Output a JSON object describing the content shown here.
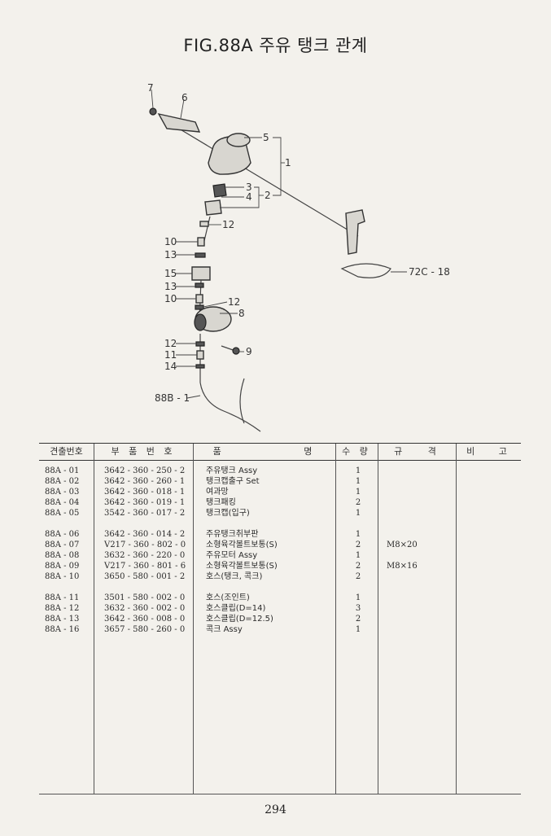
{
  "title": "FIG.88A 주유 탱크 관계",
  "diagram_labels": {
    "l7": "7",
    "l6": "6",
    "l5": "5",
    "l1": "1",
    "l3": "3",
    "l4": "4",
    "l2": "2",
    "l12a": "12",
    "l10a": "10",
    "l13a": "13",
    "l15": "15",
    "l13b": "13",
    "l10b": "10",
    "l12b": "12",
    "l8": "8",
    "l12c": "12",
    "l11": "11",
    "l9": "9",
    "l14": "14",
    "l88b": "88B - 1",
    "l72c": "72C - 18"
  },
  "table": {
    "headers": [
      "견출번호",
      "부 품 번 호",
      "품 명",
      "수 량",
      "규 격",
      "비 고"
    ],
    "rows": [
      {
        "code": "88A - 01",
        "part": "3642 - 360 - 250 - 2",
        "name": "주유탱크 Assy",
        "qty": "1",
        "spec": ""
      },
      {
        "code": "88A - 02",
        "part": "3642 - 360 - 260 - 1",
        "name": "탱크캡출구 Set",
        "qty": "1",
        "spec": ""
      },
      {
        "code": "88A - 03",
        "part": "3642 - 360 - 018 - 1",
        "name": "여과망",
        "qty": "1",
        "spec": ""
      },
      {
        "code": "88A - 04",
        "part": "3642 - 360 - 019 - 1",
        "name": "탱크패킹",
        "qty": "2",
        "spec": ""
      },
      {
        "code": "88A - 05",
        "part": "3542 - 360 - 017 - 2",
        "name": "탱크캡(입구)",
        "qty": "1",
        "spec": ""
      },
      {
        "code": "88A - 06",
        "part": "3642 - 360 - 014 - 2",
        "name": "주유탱크취부판",
        "qty": "1",
        "spec": ""
      },
      {
        "code": "88A - 07",
        "part": "V217 - 360 - 802 - 0",
        "name": "소형육각볼트보통(S)",
        "qty": "2",
        "spec": "M8×20"
      },
      {
        "code": "88A - 08",
        "part": "3632 - 360 - 220 - 0",
        "name": "주유모터 Assy",
        "qty": "1",
        "spec": ""
      },
      {
        "code": "88A - 09",
        "part": "V217 - 360 - 801 - 6",
        "name": "소형육각볼트보통(S)",
        "qty": "2",
        "spec": "M8×16"
      },
      {
        "code": "88A - 10",
        "part": "3650 - 580 - 001 - 2",
        "name": "호스(탱크, 콕크)",
        "qty": "2",
        "spec": ""
      },
      {
        "code": "88A - 11",
        "part": "3501 - 580 - 002 - 0",
        "name": "호스(조인트)",
        "qty": "1",
        "spec": ""
      },
      {
        "code": "88A - 12",
        "part": "3632 - 360 - 002 - 0",
        "name": "호스클립(D=14)",
        "qty": "3",
        "spec": ""
      },
      {
        "code": "88A - 13",
        "part": "3642 - 360 - 008 - 0",
        "name": "호스클립(D=12.5)",
        "qty": "2",
        "spec": ""
      },
      {
        "code": "88A - 16",
        "part": "3657 - 580 - 260 - 0",
        "name": "콕크 Assy",
        "qty": "1",
        "spec": ""
      }
    ]
  },
  "page_number": "294"
}
